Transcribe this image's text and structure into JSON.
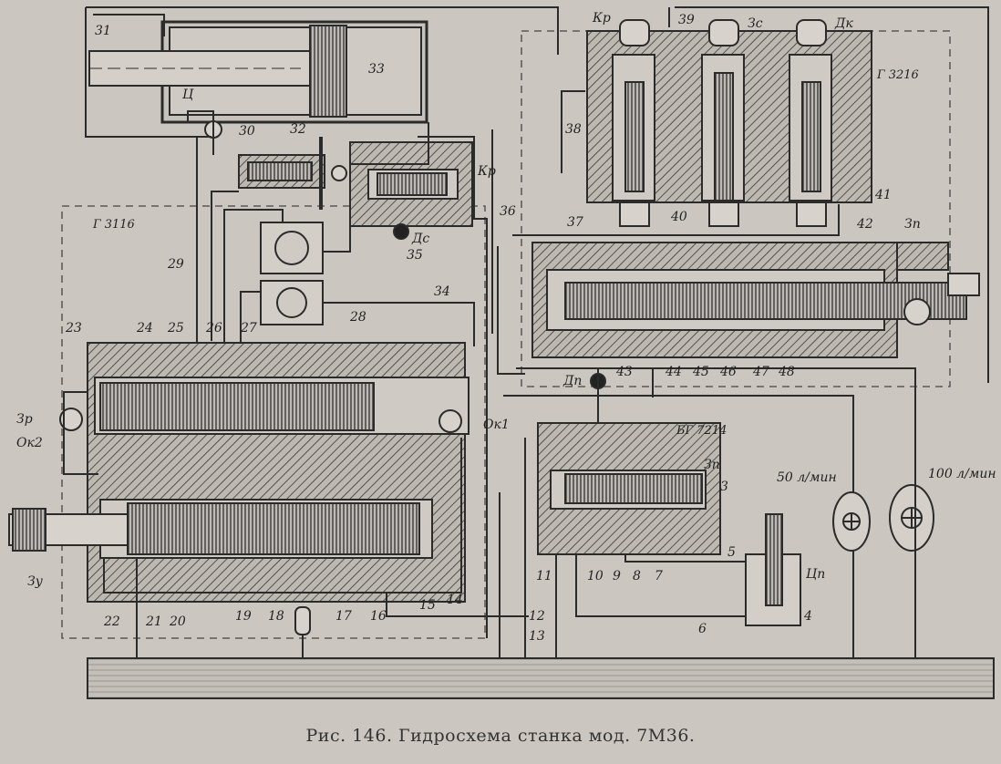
{
  "caption": "Рис. 146. Гидросхема станка мод. 7М36.",
  "block_titles": {
    "g3116": "Г 3116",
    "g3216": "Г 3216",
    "bg7214": "БГ 7214"
  },
  "flow_labels": {
    "pump_small": "50 л/мин",
    "pump_large": "100 л/мин"
  },
  "labels": {
    "n3": "3",
    "n4": "4",
    "n5": "5",
    "n6": "6",
    "n7": "7",
    "n8": "8",
    "n9": "9",
    "n10": "10",
    "n11": "11",
    "n12": "12",
    "n13": "13",
    "n14": "14",
    "n15": "15",
    "n16": "16",
    "n17": "17",
    "n18": "18",
    "n19": "19",
    "n20": "20",
    "n21": "21",
    "n22": "22",
    "n23": "23",
    "n24": "24",
    "n25": "25",
    "n26": "26",
    "n27": "27",
    "n28": "28",
    "n29": "29",
    "n30": "30",
    "n31": "31",
    "n32": "32",
    "n33": "33",
    "n34": "34",
    "n35": "35",
    "n36": "36",
    "n37": "37",
    "n38": "38",
    "n39": "39",
    "n40": "40",
    "n41": "41",
    "n42": "42",
    "n43": "43",
    "n44": "44",
    "n45": "45",
    "n46": "46",
    "n47": "47",
    "n48": "48",
    "ts": "Ц",
    "tsp": "Цп",
    "kr_top": "Кр",
    "kr_mid": "Кр",
    "zs": "Зс",
    "dk": "Дк",
    "zp_right": "Зп",
    "zp_bg": "Зп",
    "ds": "Дс",
    "dp": "Дп",
    "zr": "Зр",
    "ok2": "Ок2",
    "ok1": "Ок1",
    "zu": "Зу"
  }
}
